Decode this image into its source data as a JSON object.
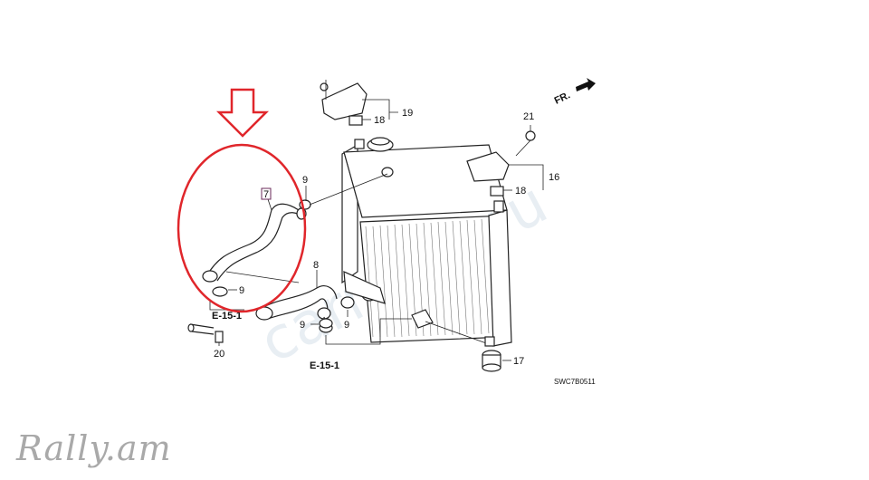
{
  "callouts": [
    {
      "id": "c7",
      "text": "7"
    },
    {
      "id": "c8",
      "text": "8"
    },
    {
      "id": "c9a",
      "text": "9"
    },
    {
      "id": "c9b",
      "text": "9"
    },
    {
      "id": "c9c",
      "text": "9"
    },
    {
      "id": "c9d",
      "text": "9"
    },
    {
      "id": "c16",
      "text": "16"
    },
    {
      "id": "c17",
      "text": "17"
    },
    {
      "id": "c18a",
      "text": "18"
    },
    {
      "id": "c18b",
      "text": "18"
    },
    {
      "id": "c19",
      "text": "19"
    },
    {
      "id": "c20",
      "text": "20"
    },
    {
      "id": "c21",
      "text": "21"
    }
  ],
  "references": {
    "upper": "E-15-1",
    "lower": "E-15-1"
  },
  "direction": "FR.",
  "diagram_code": "SWC7B0511",
  "watermark": "carmine.ru",
  "brand": "Rally.am",
  "highlight": {
    "color": "#e0262b",
    "target_part": "7"
  }
}
